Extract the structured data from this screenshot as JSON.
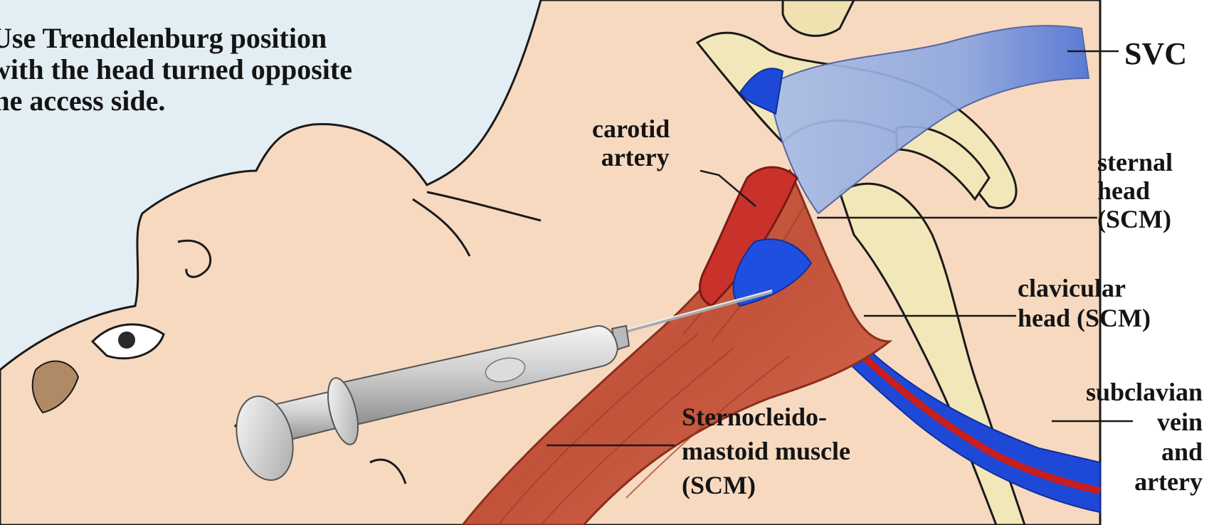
{
  "instruction": {
    "line1": "Use Trendelenburg position",
    "line2": "with the head turned opposite",
    "line3": "the access side."
  },
  "labels": {
    "svc": "SVC",
    "carotid_1": "carotid",
    "carotid_2": "artery",
    "sternal_1": "sternal",
    "sternal_2": "head",
    "sternal_3": "(SCM)",
    "clavicular_1": "clavicular",
    "clavicular_2": "head (SCM)",
    "subclavian_1": "subclavian",
    "subclavian_2": "vein",
    "subclavian_3": "and",
    "subclavian_4": "artery",
    "scm_1": "Sternocleido-",
    "scm_2": "mastoid muscle",
    "scm_3": "(SCM)"
  },
  "colors": {
    "skin": "#f7d9c0",
    "background": "#e3eef4",
    "muscle": "#cc5a40",
    "vein": "#1e49d6",
    "artery": "#c81e1e",
    "bone": "#f2e7b8"
  }
}
